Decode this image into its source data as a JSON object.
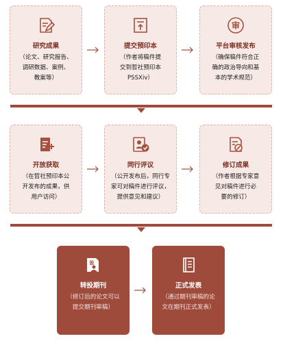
{
  "row1": [
    {
      "title": "研究成果",
      "desc": [
        "（论文、研究报告、",
        "调研数据、案例、",
        "教案等）"
      ],
      "icon": "document-edit-icon"
    },
    {
      "title": "提交预印本",
      "desc": [
        "（作者将稿件提",
        "交到哲社预印本",
        "PSSXiv）"
      ],
      "icon": "upload-document-icon"
    },
    {
      "title": "平台审核发布",
      "desc": [
        "（确保稿件符合正",
        "确的政治导向和基",
        "本的学术规范）"
      ],
      "icon": "review-stamp-icon"
    }
  ],
  "row2": [
    {
      "title": "开放获取",
      "desc": [
        "（在哲社预印本公",
        "开发布的成果，供",
        "用户访问）"
      ],
      "icon": "open-access-icon"
    },
    {
      "title": "同行评议",
      "desc": [
        "（公开发布后，同行专",
        "家可对稿件进行评议，",
        "提供意见和建议）"
      ],
      "icon": "peer-review-icon"
    },
    {
      "title": "修订成果",
      "desc": [
        "（作者根据专家意",
        "见对稿件进行必",
        "要的修订）"
      ],
      "icon": "revise-document-icon"
    }
  ],
  "row3": [
    {
      "title": "转投期刊",
      "desc": [
        "（修订后的论文可以",
        "提交期刊审稿）"
      ],
      "icon": "submit-journal-icon",
      "icon_text": "投"
    },
    {
      "title": "正式发表",
      "desc": [
        "（通过期刊审稿的论",
        "文在期刊正式发表）"
      ],
      "icon": "publish-book-icon"
    }
  ],
  "stamp_char": "审"
}
